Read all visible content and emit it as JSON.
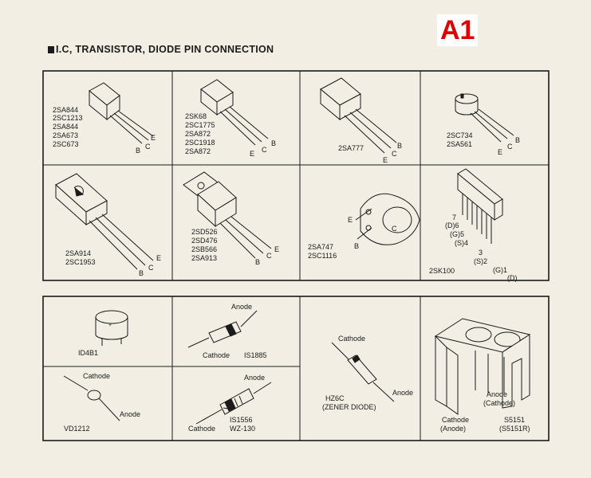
{
  "badge": "A1",
  "title": "I.C, TRANSISTOR, DIODE PIN CONNECTION",
  "transistors": {
    "cell1_parts": [
      "2SA844",
      "2SC1213",
      "2SA844",
      "2SA673",
      "2SC673"
    ],
    "cell1_pins": {
      "e": "E",
      "c": "C",
      "b": "B"
    },
    "cell2_parts": [
      "2SK68",
      "2SC1775",
      "2SA872",
      "2SC1918",
      "2SA872"
    ],
    "cell2_pins": {
      "e": "E",
      "c": "C",
      "b": "B"
    },
    "cell3_parts": [
      "2SA777"
    ],
    "cell3_pins": {
      "e": "E",
      "c": "C",
      "b": "B"
    },
    "cell4_parts": [
      "2SC734",
      "2SA561"
    ],
    "cell4_pins": {
      "e": "E",
      "c": "C",
      "b": "B"
    },
    "cell5_parts": [
      "2SA914",
      "2SC1953"
    ],
    "cell5_pins": {
      "e": "E",
      "c": "C",
      "b": "B"
    },
    "cell6_parts": [
      "2SD526",
      "2SD476",
      "2SB566",
      "2SA913"
    ],
    "cell6_pins": {
      "e": "E",
      "c": "C",
      "b": "B"
    },
    "cell7_parts": [
      "2SA747",
      "2SC1116"
    ],
    "cell7_pins": {
      "e": "E",
      "c": "C",
      "b": "B"
    },
    "cell8_part": "2SK100",
    "cell8_pins": [
      "7",
      "(D)6",
      "(G)5",
      "(S)4",
      "3",
      "(S)2",
      "(G)1",
      "(D)"
    ]
  },
  "diodes": {
    "id4b1": "ID4B1",
    "vd1212": "VD1212",
    "vd1212_cathode": "Cathode",
    "vd1212_anode": "Anode",
    "is1885": "IS1885",
    "is1885_anode": "Anode",
    "is1885_cathode": "Cathode",
    "is1556": "IS1556",
    "wz130": "WZ-130",
    "is1556_anode": "Anode",
    "is1556_cathode": "Cathode",
    "hz6c": "HZ6C",
    "hz6c_note": "(ZENER DIODE)",
    "hz6c_cathode": "Cathode",
    "hz6c_anode": "Anode",
    "s5151_anode": "Anode",
    "s5151_cathode_paren": "(Cathode)",
    "s5151_cathode": "Cathode",
    "s5151_anode_paren": "(Anode)",
    "s5151": "S5151",
    "s5151r": "(S5151R)"
  }
}
